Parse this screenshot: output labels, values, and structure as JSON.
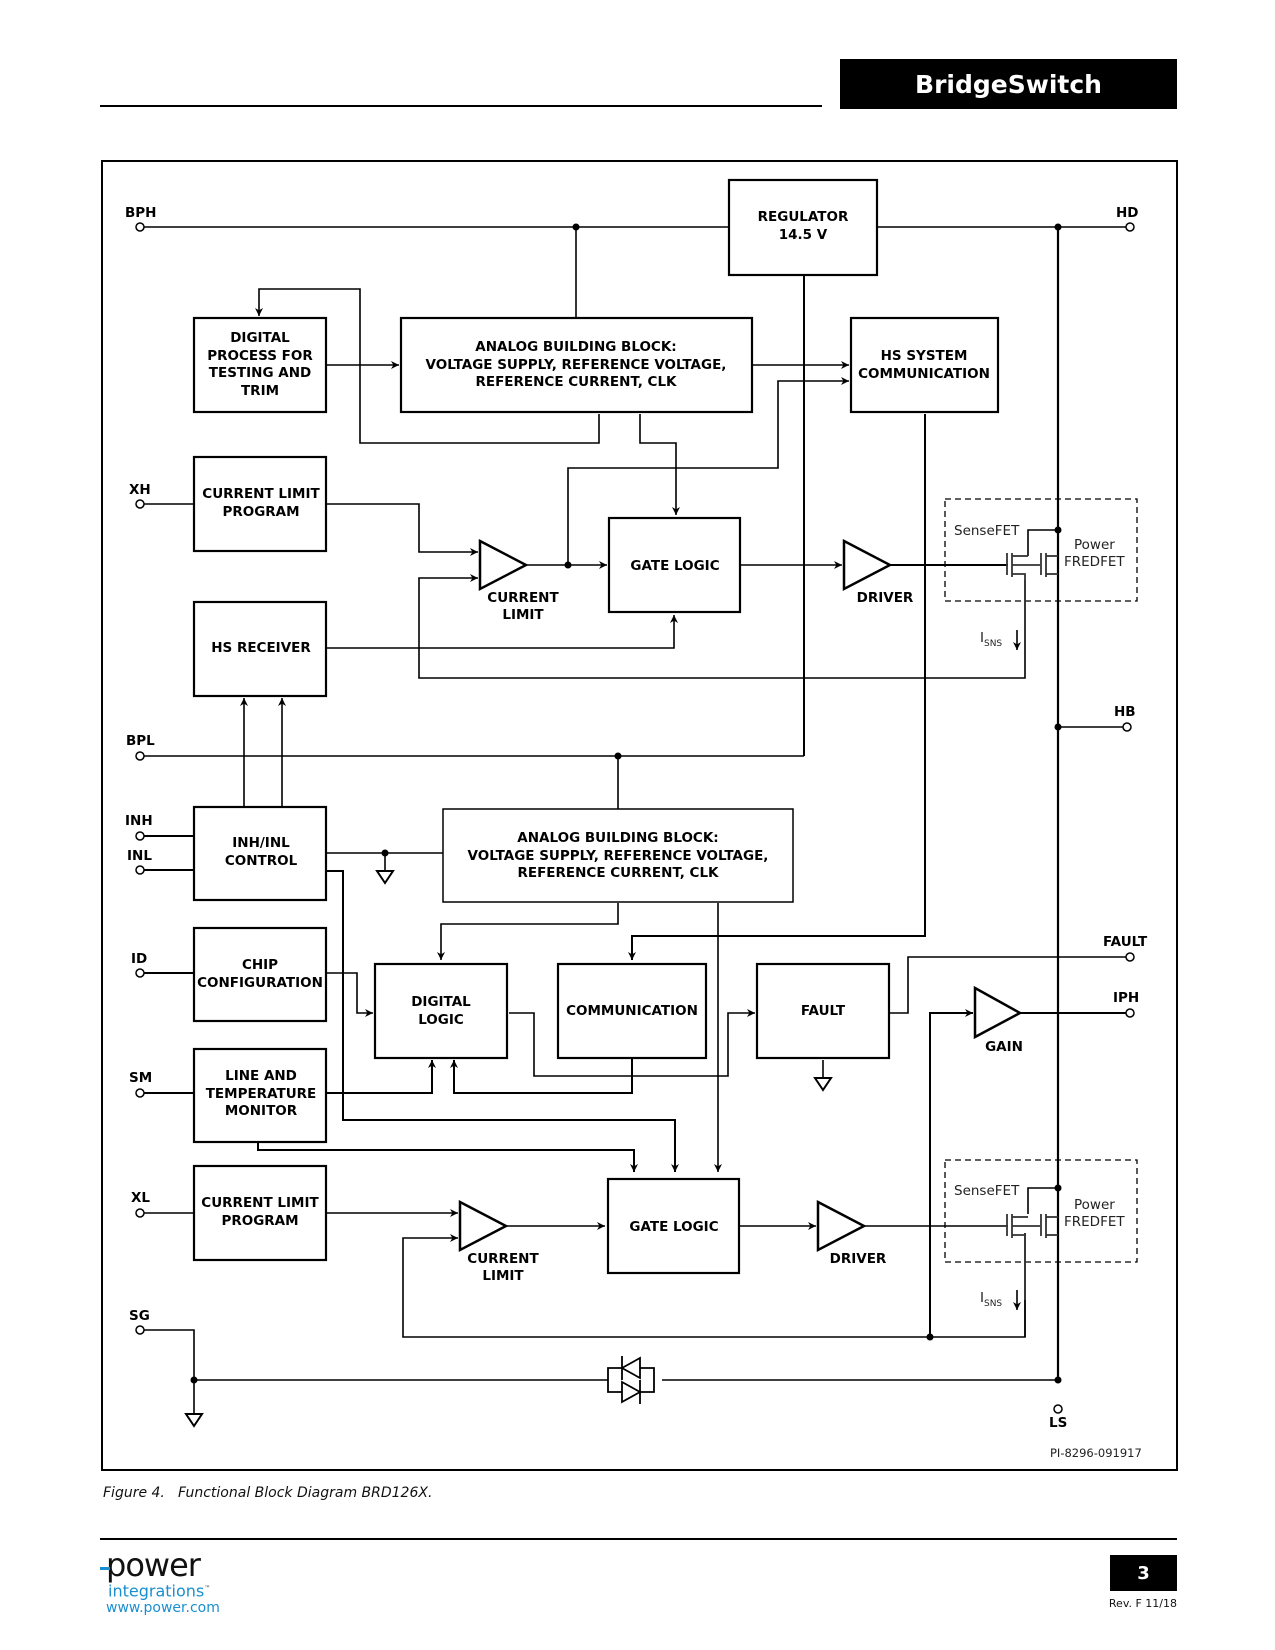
{
  "header": {
    "title": "BridgeSwitch"
  },
  "diagram": {
    "pins": {
      "bph": "BPH",
      "hd": "HD",
      "xh": "XH",
      "hb": "HB",
      "bpl": "BPL",
      "inh": "INH",
      "inl": "INL",
      "id": "ID",
      "fault": "FAULT",
      "iph": "IPH",
      "sm": "SM",
      "xl": "XL",
      "sg": "SG",
      "ls": "LS"
    },
    "blocks": {
      "regulator": [
        "REGULATOR",
        "14.5 V"
      ],
      "digital_process": [
        "DIGITAL",
        "PROCESS FOR",
        "TESTING AND",
        "TRIM"
      ],
      "analog_top": [
        "ANALOG BUILDING BLOCK:",
        "VOLTAGE SUPPLY, REFERENCE VOLTAGE,",
        "REFERENCE CURRENT, CLK"
      ],
      "hs_system_comm": [
        "HS SYSTEM",
        "COMMUNICATION"
      ],
      "current_limit_program_h": [
        "CURRENT LIMIT",
        "PROGRAM"
      ],
      "gate_logic_h": [
        "GATE LOGIC"
      ],
      "hs_receiver": [
        "HS RECEIVER"
      ],
      "inh_inl_control": [
        "INH/INL",
        "CONTROL"
      ],
      "analog_bottom": [
        "ANALOG BUILDING BLOCK:",
        "VOLTAGE SUPPLY, REFERENCE VOLTAGE,",
        "REFERENCE CURRENT, CLK"
      ],
      "chip_config": [
        "CHIP",
        "CONFIGURATION"
      ],
      "digital_logic": [
        "DIGITAL",
        "LOGIC"
      ],
      "communication": [
        "COMMUNICATION"
      ],
      "fault": [
        "FAULT"
      ],
      "line_temp_monitor": [
        "LINE AND",
        "TEMPERATURE",
        "MONITOR"
      ],
      "current_limit_program_l": [
        "CURRENT LIMIT",
        "PROGRAM"
      ],
      "gate_logic_l": [
        "GATE LOGIC"
      ]
    },
    "amp_labels": {
      "current_limit_h": [
        "CURRENT",
        "LIMIT"
      ],
      "driver_h": "DRIVER",
      "gain": "GAIN",
      "current_limit_l": [
        "CURRENT",
        "LIMIT"
      ],
      "driver_l": "DRIVER"
    },
    "fet_labels": {
      "sensefet": "SenseFET",
      "power_fredfet": [
        "Power",
        "FREDFET"
      ],
      "isns_main": "I",
      "isns_sub": "SNS"
    },
    "drawing_id": "PI-8296-091917"
  },
  "caption": {
    "number": "Figure 4.",
    "text": "Functional Block Diagram BRD126X."
  },
  "footer": {
    "logo_word": "power",
    "logo_sub": "integrations",
    "logo_tm": "™",
    "url": "www.power.com",
    "page_number": "3",
    "revision": "Rev. F 11/18"
  }
}
